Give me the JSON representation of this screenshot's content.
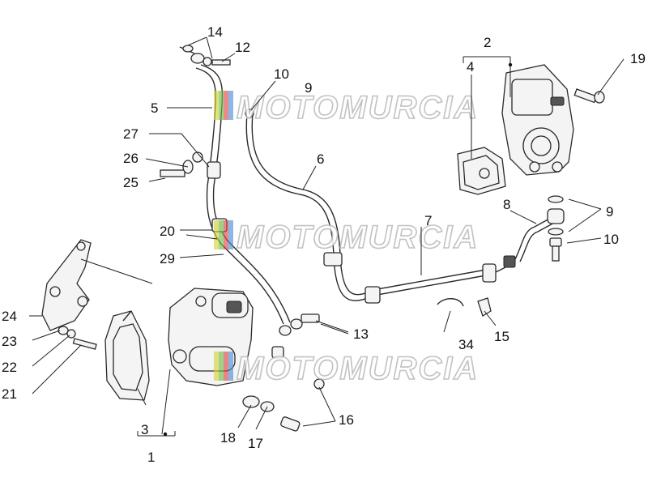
{
  "watermark": {
    "text": "MOTOMURCIA",
    "stripe_colors": [
      "#d8d23a",
      "#6cc04a",
      "#e04848",
      "#4a8fd8"
    ]
  },
  "callouts": [
    {
      "id": "c1",
      "text": "1"
    },
    {
      "id": "c2",
      "text": "2"
    },
    {
      "id": "c3",
      "text": "3"
    },
    {
      "id": "c4",
      "text": "4"
    },
    {
      "id": "c5",
      "text": "5"
    },
    {
      "id": "c6",
      "text": "6"
    },
    {
      "id": "c7",
      "text": "7"
    },
    {
      "id": "c8",
      "text": "8"
    },
    {
      "id": "c9a",
      "text": "9"
    },
    {
      "id": "c9b",
      "text": "9"
    },
    {
      "id": "c10a",
      "text": "10"
    },
    {
      "id": "c10b",
      "text": "10"
    },
    {
      "id": "c12",
      "text": "12"
    },
    {
      "id": "c13",
      "text": "13"
    },
    {
      "id": "c14",
      "text": "14"
    },
    {
      "id": "c15",
      "text": "15"
    },
    {
      "id": "c16",
      "text": "16"
    },
    {
      "id": "c17",
      "text": "17"
    },
    {
      "id": "c18",
      "text": "18"
    },
    {
      "id": "c19",
      "text": "19"
    },
    {
      "id": "c20",
      "text": "20"
    },
    {
      "id": "c21",
      "text": "21"
    },
    {
      "id": "c22",
      "text": "22"
    },
    {
      "id": "c23",
      "text": "23"
    },
    {
      "id": "c24",
      "text": "24"
    },
    {
      "id": "c25",
      "text": "25"
    },
    {
      "id": "c26",
      "text": "26"
    },
    {
      "id": "c27",
      "text": "27"
    },
    {
      "id": "c29",
      "text": "29"
    },
    {
      "id": "c34",
      "text": "34"
    }
  ]
}
